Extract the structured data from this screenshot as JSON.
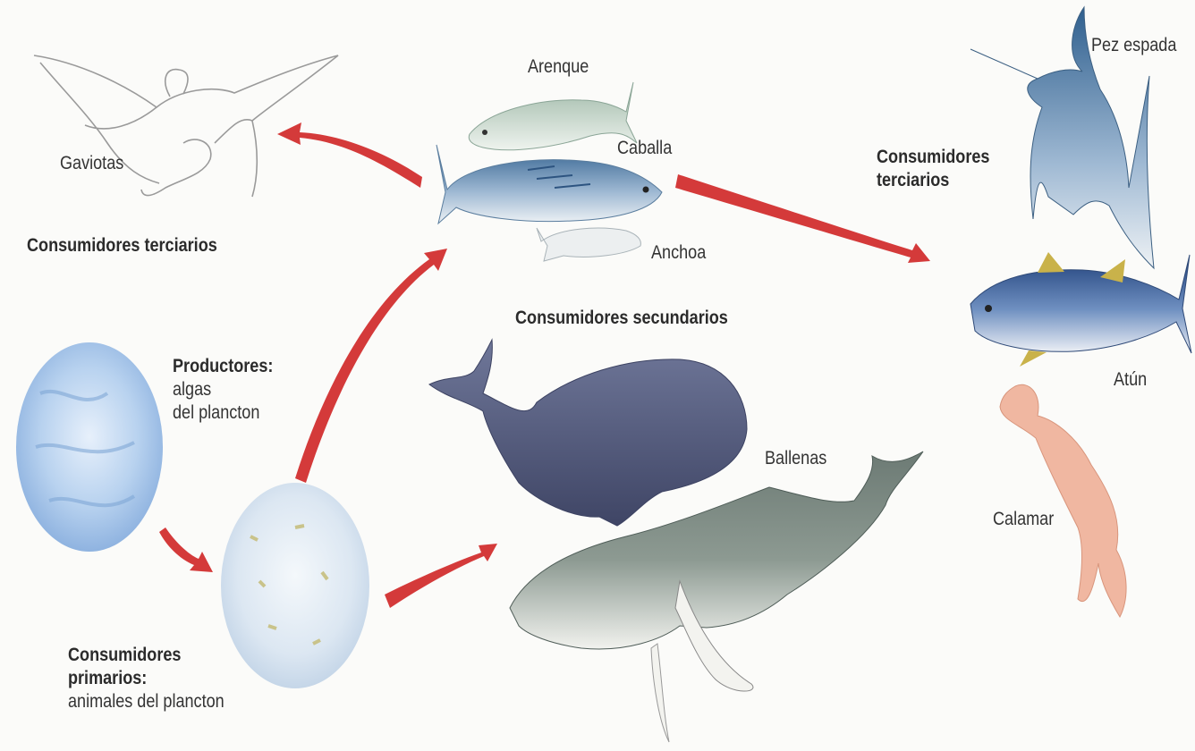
{
  "labels": {
    "gaviotas": "Gaviotas",
    "consumidores_terciarios_left": "Consumidores terciarios",
    "arenque": "Arenque",
    "caballa": "Caballa",
    "anchoa": "Anchoa",
    "consumidores_secundarios": "Consumidores secundarios",
    "productores_title": "Productores:",
    "productores_line1": "algas",
    "productores_line2": "del plancton",
    "consumidores_primarios_line1": "Consumidores",
    "consumidores_primarios_line2": "primarios:",
    "consumidores_primarios_line3": "animales del plancton",
    "ballenas": "Ballenas",
    "pez_espada": "Pez espada",
    "consumidores_terciarios_right_line1": "Consumidores",
    "consumidores_terciarios_right_line2": "terciarios",
    "atun": "Atún",
    "calamar": "Calamar"
  },
  "colors": {
    "arrow": "#d43a3a",
    "phytoplankton": "#a9c8ec",
    "zooplankton": "#dfe9f3",
    "whale_right": "#5a6283",
    "whale_humpback": "#5d6e6c",
    "fish_blue": "#5f8cb4",
    "squid": "#e9a88e"
  }
}
